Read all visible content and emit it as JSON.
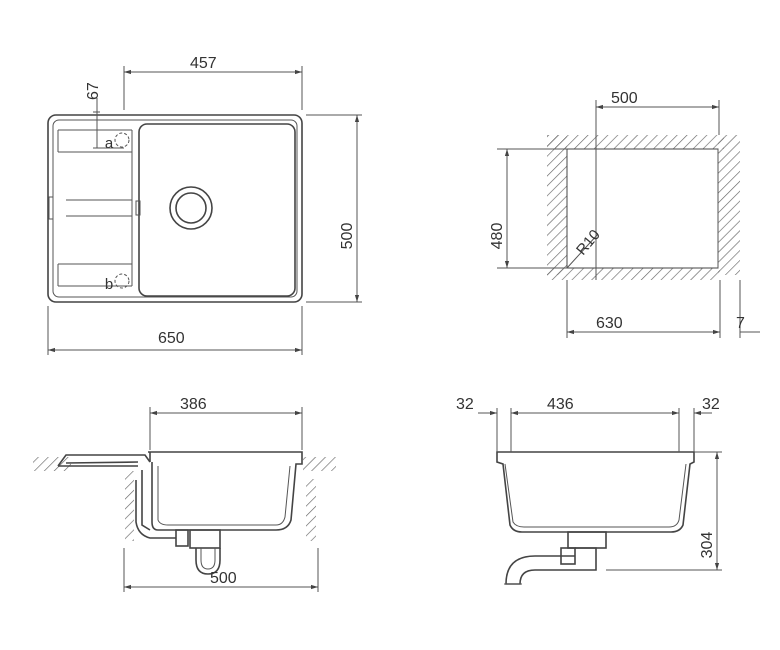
{
  "top_view": {
    "dim_width_457": "457",
    "dim_offset_67": "67",
    "dim_depth_500": "500",
    "dim_total_650": "650",
    "label_a": "a",
    "label_b": "b"
  },
  "cabinet_view": {
    "dim_500": "500",
    "dim_480": "480",
    "dim_radius": "R10",
    "dim_630": "630",
    "dim_7": "7"
  },
  "front_section": {
    "dim_386": "386",
    "dim_500": "500"
  },
  "side_section": {
    "dim_left": "32",
    "dim_center": "436",
    "dim_right": "32",
    "dim_height": "304"
  },
  "colors": {
    "line": "#444444",
    "text": "#333333",
    "hatch": "#666666"
  }
}
